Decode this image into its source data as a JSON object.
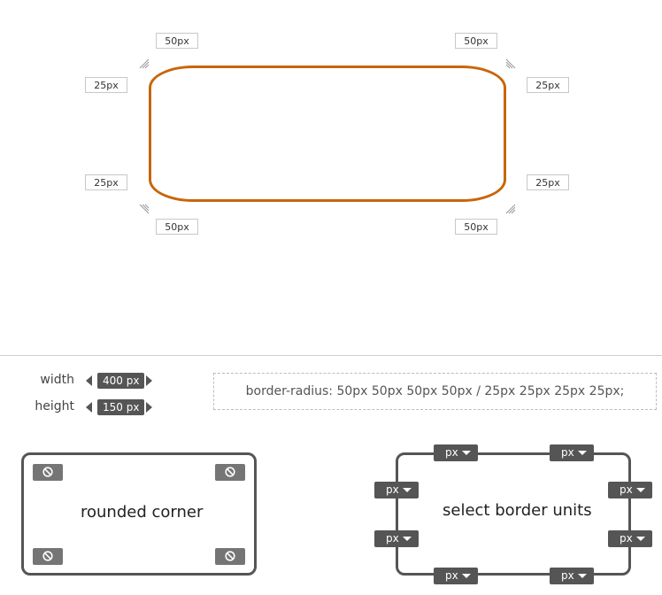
{
  "radius_inputs": {
    "top_left_horizontal": "50px",
    "top_right_horizontal": "50px",
    "top_left_vertical": "25px",
    "top_right_vertical": "25px",
    "bottom_left_vertical": "25px",
    "bottom_right_vertical": "25px",
    "bottom_left_horizontal": "50px",
    "bottom_right_horizontal": "50px"
  },
  "dimensions": {
    "width_label": "width",
    "width_value": "400 px",
    "height_label": "height",
    "height_value": "150 px"
  },
  "css_output": "border-radius: 50px 50px 50px 50px / 25px 25px 25px 25px;",
  "rounded_corner_panel": {
    "title": "rounded corner",
    "toggle_icon": "block-icon"
  },
  "units_panel": {
    "title": "select border units",
    "units": {
      "top_left": "px",
      "top_right": "px",
      "left_top": "px",
      "left_bottom": "px",
      "right_top": "px",
      "right_bottom": "px",
      "bottom_left": "px",
      "bottom_right": "px"
    }
  },
  "colors": {
    "preview_border": "#c7660a",
    "control_dark": "#555555",
    "toggle_gray": "#757575"
  }
}
